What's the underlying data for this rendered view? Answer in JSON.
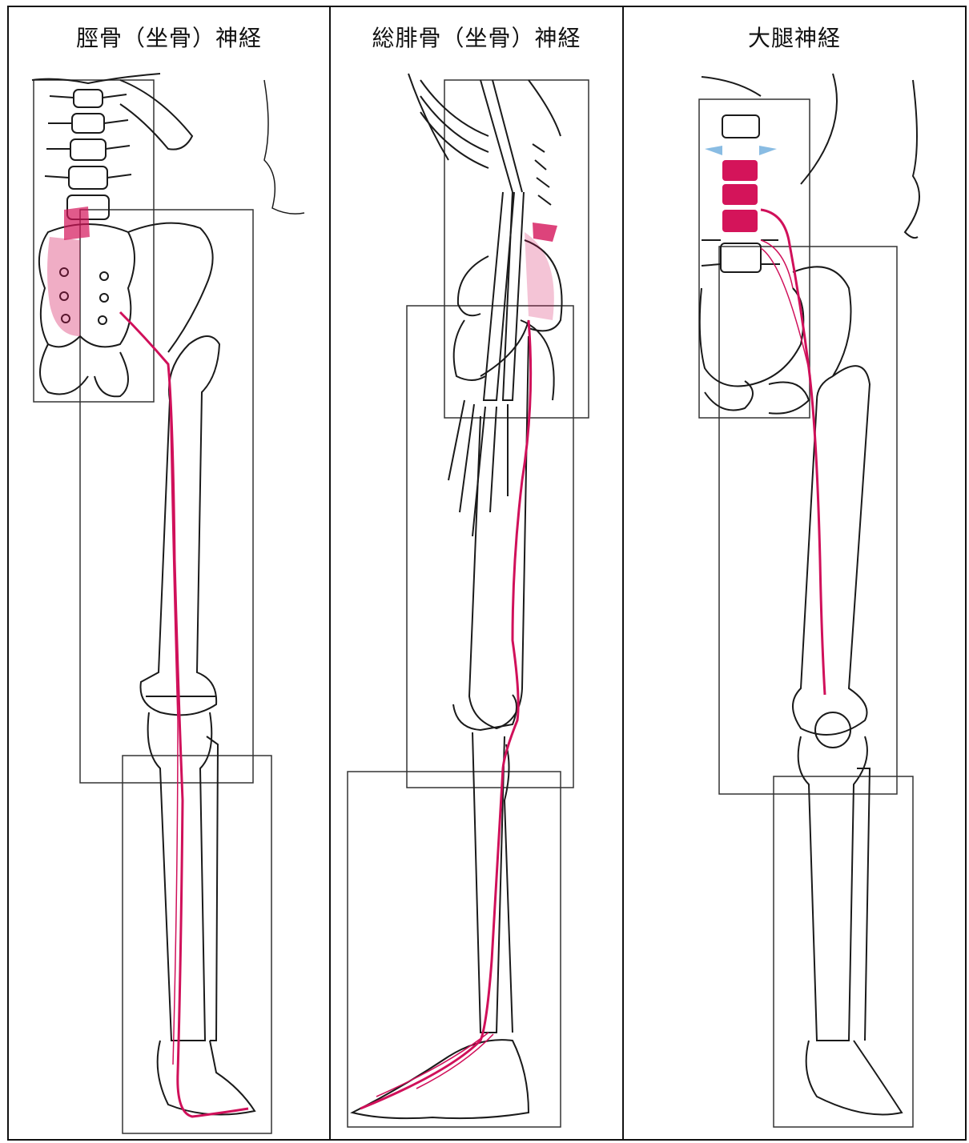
{
  "columns": [
    {
      "title": "脛骨（坐骨）神経"
    },
    {
      "title": "総腓骨（坐骨）神経"
    },
    {
      "title": "大腿神経"
    }
  ],
  "colors": {
    "nerve": "#d0105a",
    "bone_line": "#1a1a1a",
    "highlight_fill": "#d4145a",
    "accent_blue": "#3a8fd0",
    "border": "#111111"
  }
}
